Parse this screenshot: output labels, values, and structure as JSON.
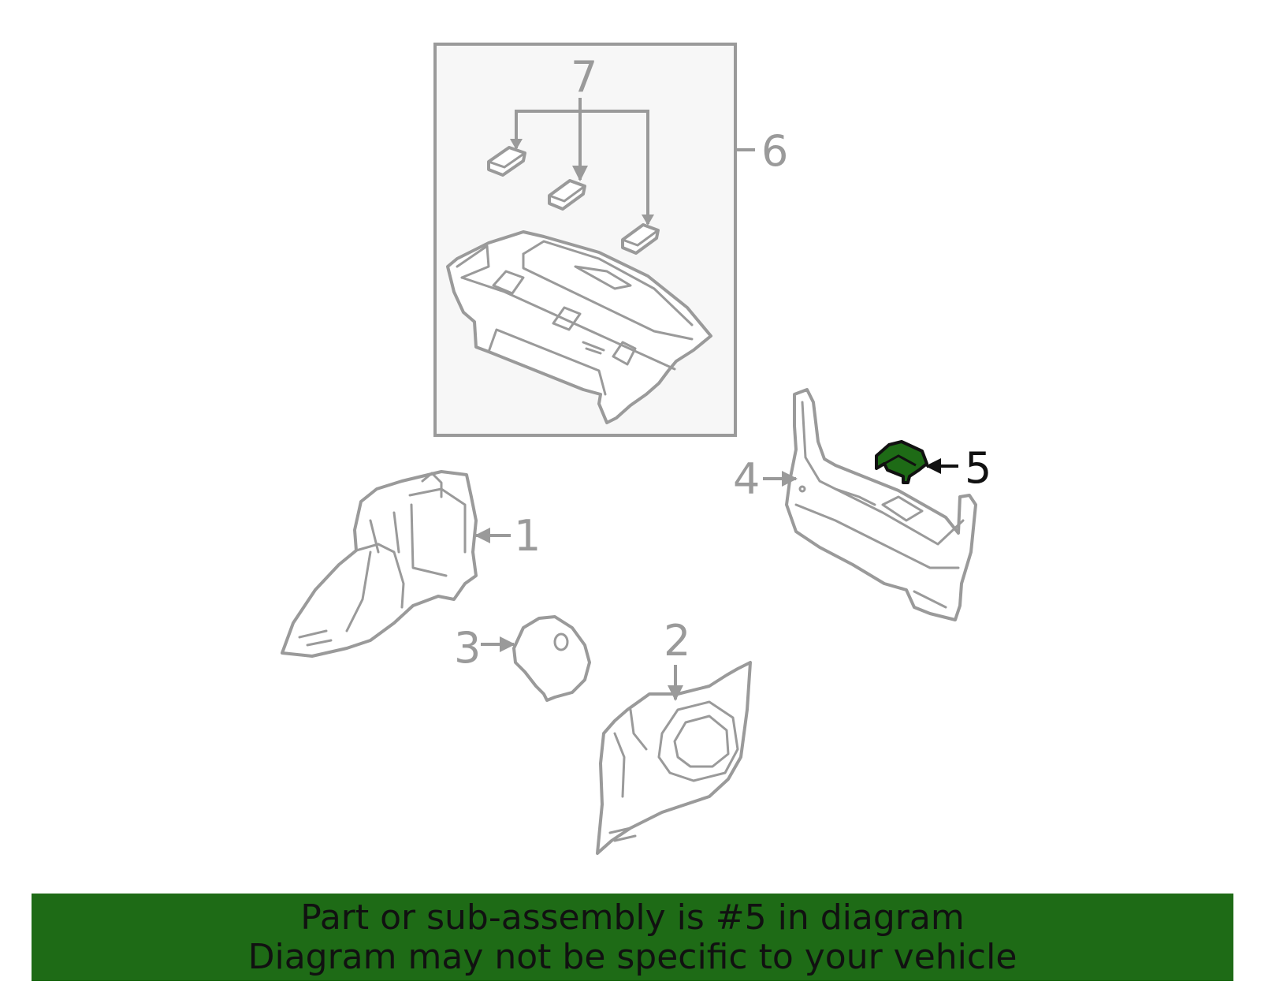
{
  "callouts": {
    "c1": "1",
    "c2": "2",
    "c3": "3",
    "c4": "4",
    "c5": "5",
    "c6": "6",
    "c7": "7"
  },
  "highlight": {
    "part": "5",
    "color": "#1e6b16"
  },
  "footer": {
    "line1": "Part or sub-assembly is #5 in diagram",
    "line2": "Diagram may not be specific to your vehicle"
  }
}
